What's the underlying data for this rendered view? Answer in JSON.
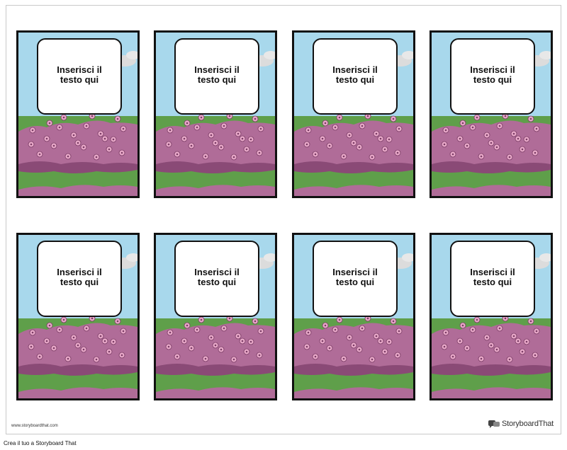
{
  "card_text": "Inserisci il testo qui",
  "watermark_url": "www.storyboardthat.com",
  "brand": "StoryboardThat",
  "footer_text": "Crea il tuo a Storyboard That",
  "colors": {
    "sky": "#a8d8ec",
    "grass": "#5f9f4a",
    "flowers": "#b06c98",
    "border": "#111111"
  },
  "cards": [
    {
      "id": 1
    },
    {
      "id": 2
    },
    {
      "id": 3
    },
    {
      "id": 4
    },
    {
      "id": 5
    },
    {
      "id": 6
    },
    {
      "id": 7
    },
    {
      "id": 8
    }
  ]
}
